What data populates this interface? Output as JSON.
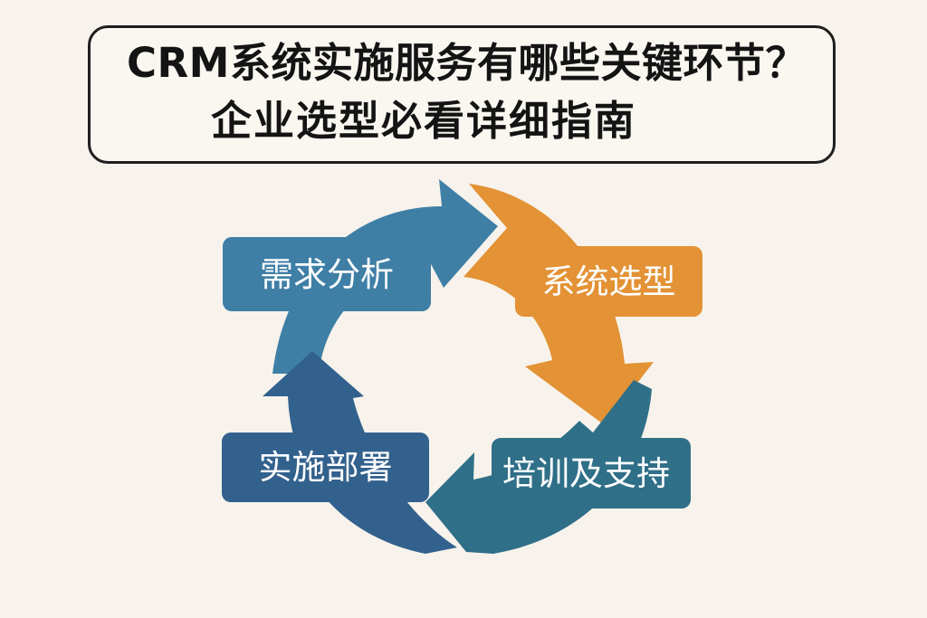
{
  "title": {
    "line1": "CRM系统实施服务有哪些关键环节？",
    "line2": "企业选型必看详细指南"
  },
  "cycle": {
    "steps": [
      {
        "label": "需求分析",
        "color": "#3f7fa6"
      },
      {
        "label": "系统选型",
        "color": "#e39235"
      },
      {
        "label": "实施部署",
        "color": "#33618d"
      },
      {
        "label": "培训及支持",
        "color": "#2f6f88"
      }
    ]
  }
}
